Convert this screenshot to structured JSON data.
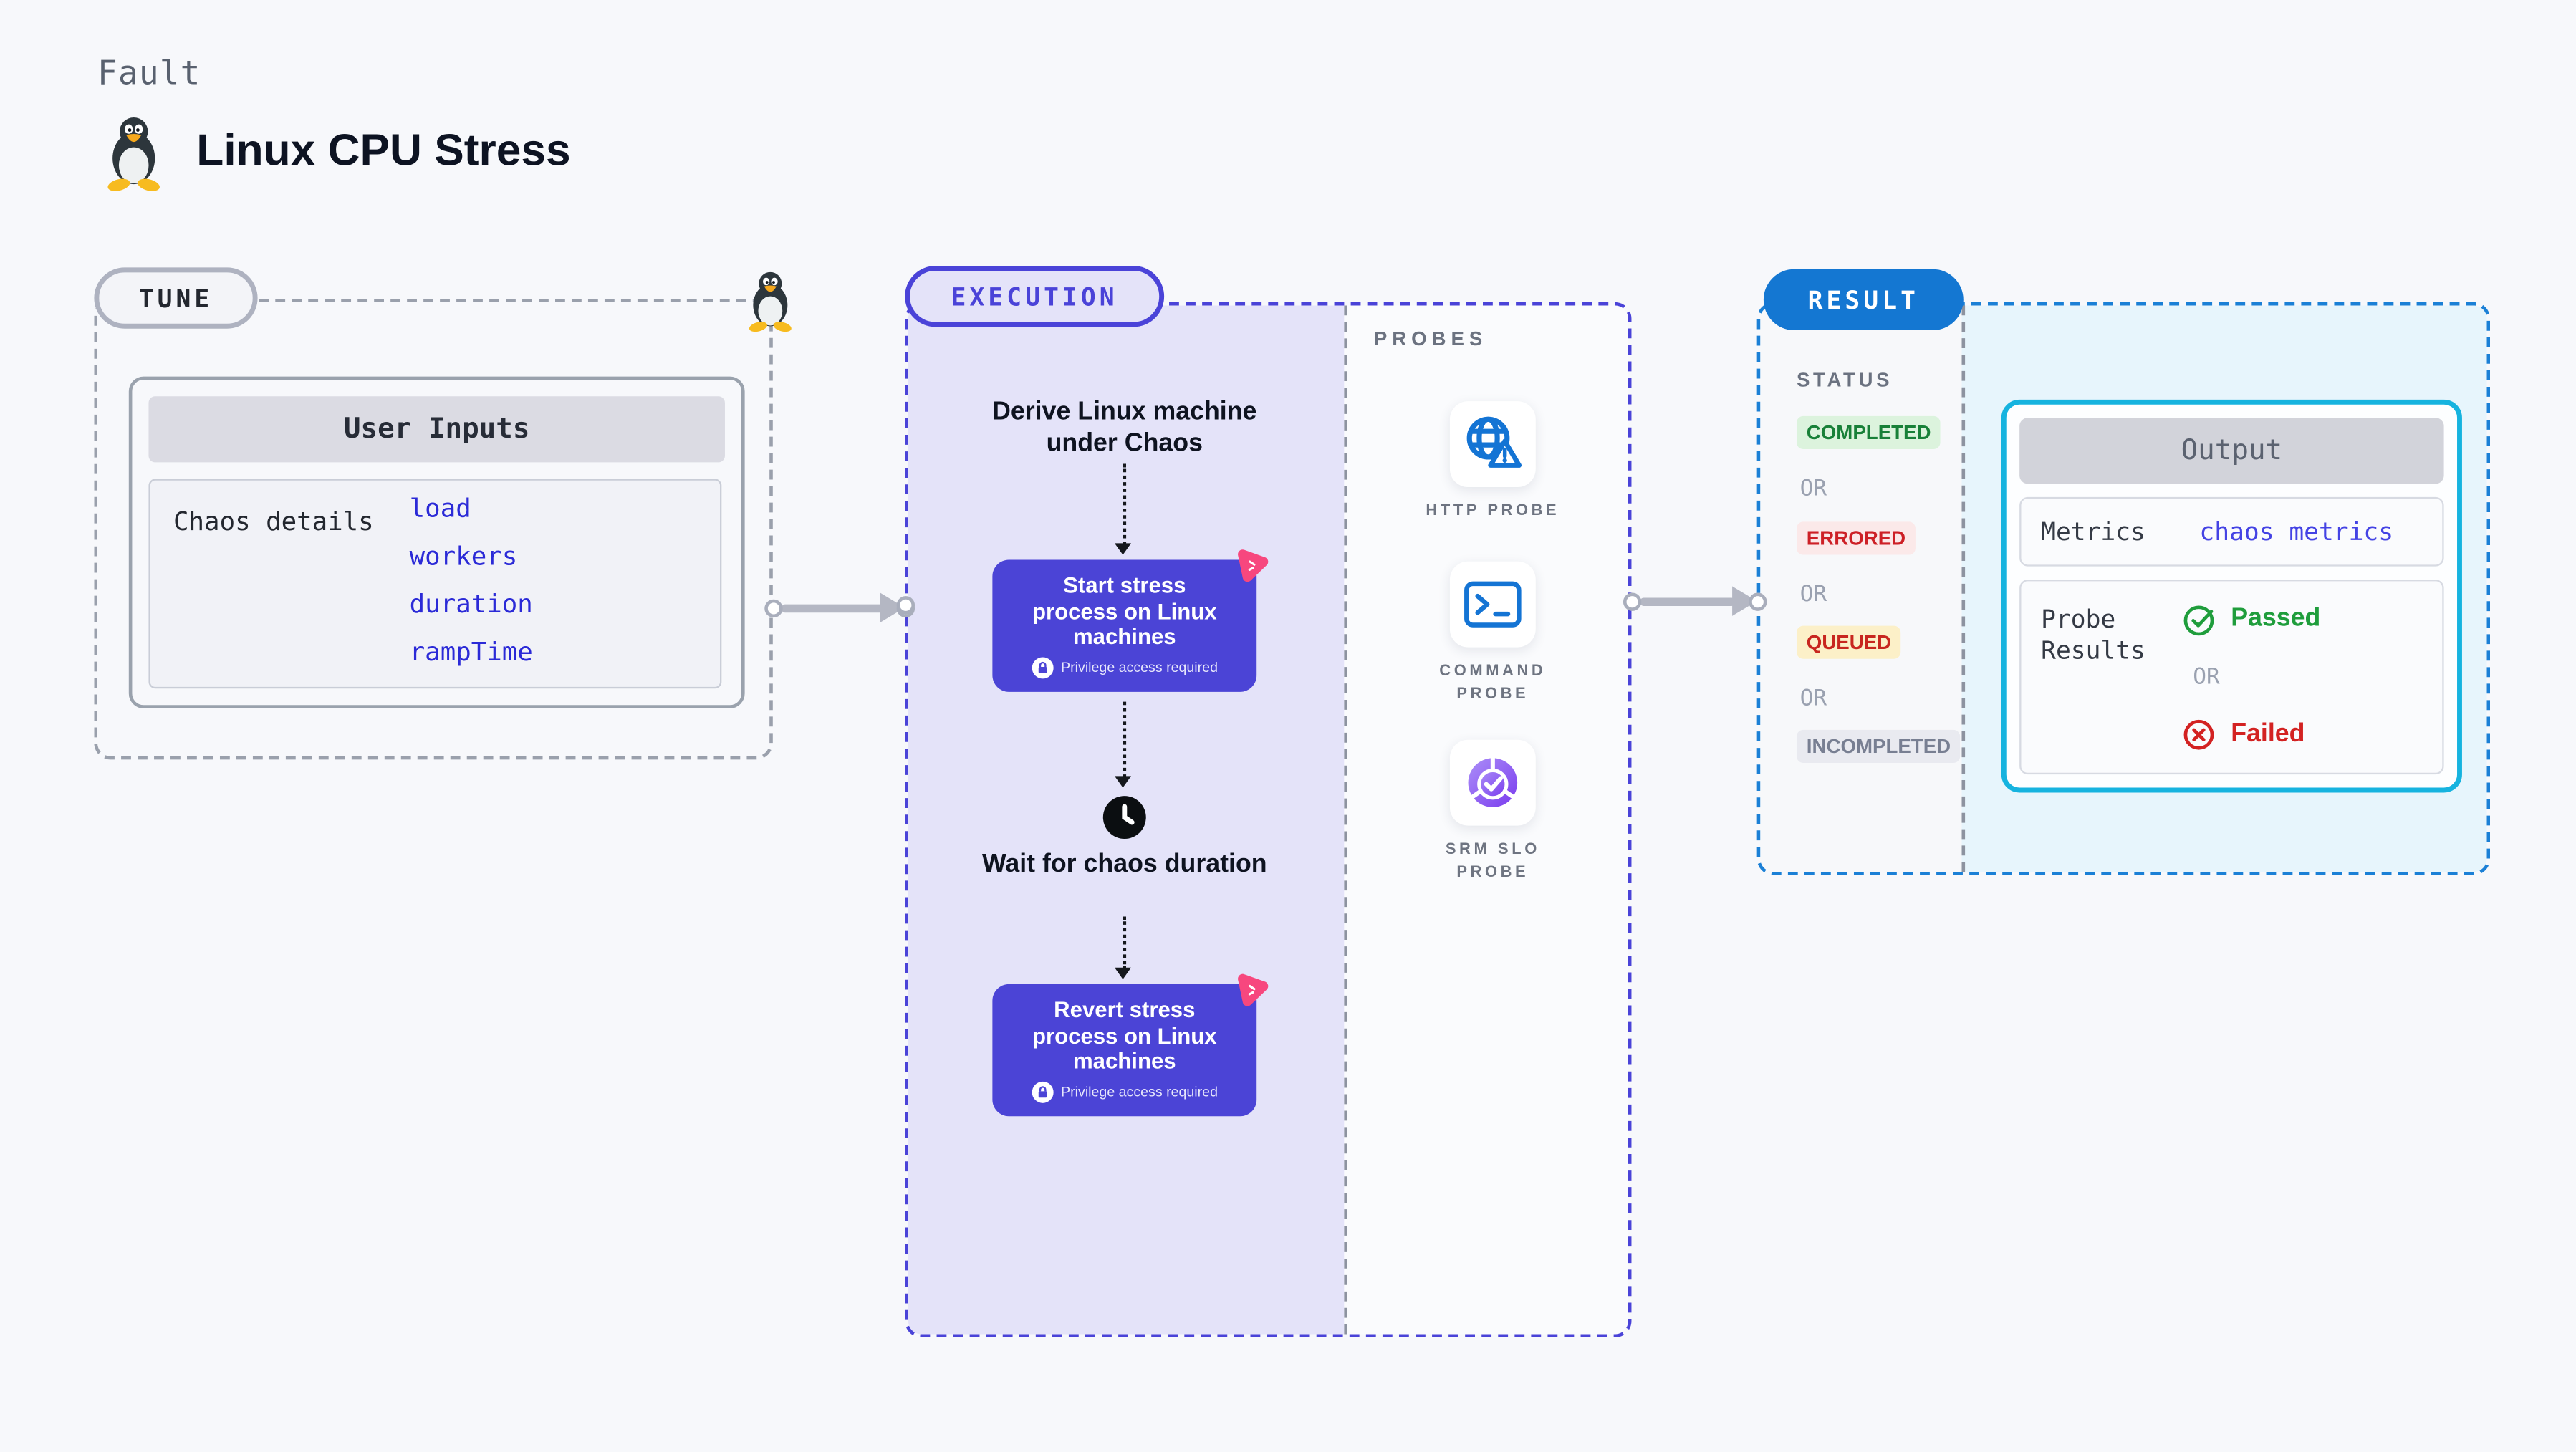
{
  "header": {
    "kicker": "Fault",
    "title": "Linux CPU Stress"
  },
  "tune": {
    "badge": "TUNE",
    "card_header": "User Inputs",
    "row_label": "Chaos details",
    "inputs": [
      "load",
      "workers",
      "duration",
      "rampTime"
    ]
  },
  "execution": {
    "badge": "EXECUTION",
    "derive_label": "Derive Linux machine under Chaos",
    "start_label": "Start stress process on Linux machines",
    "wait_label": "Wait for chaos duration",
    "revert_label": "Revert stress process on Linux machines",
    "privilege_label": "Privilege access required"
  },
  "probes": {
    "label": "PROBES",
    "items": [
      {
        "name": "HTTP PROBE",
        "icon": "globe-alert-icon"
      },
      {
        "name": "COMMAND PROBE",
        "icon": "terminal-icon"
      },
      {
        "name": "SRM SLO PROBE",
        "icon": "slo-donut-icon"
      }
    ]
  },
  "result": {
    "badge": "RESULT",
    "status_label": "STATUS",
    "or_label": "OR",
    "statuses": [
      {
        "label": "COMPLETED",
        "fg": "#188038",
        "bg": "#dcf3dd"
      },
      {
        "label": "ERRORED",
        "fg": "#cd2026",
        "bg": "#fbe9e9"
      },
      {
        "label": "QUEUED",
        "fg": "#c8261f",
        "bg": "#fcf0c8"
      },
      {
        "label": "INCOMPLETED",
        "fg": "#787f92",
        "bg": "#e9eaf0"
      }
    ],
    "output": {
      "header": "Output",
      "metrics_label": "Metrics",
      "metrics_value": "chaos metrics",
      "probe_results_label": "Probe Results",
      "passed_label": "Passed",
      "failed_label": "Failed"
    }
  },
  "colors": {
    "page_bg": "#f7f8fb",
    "accent_indigo": "#4a43d8",
    "lavender_bg": "#e4e3f9",
    "result_blue": "#1477d2",
    "result_border": "#1b80d6",
    "output_border": "#16b3df",
    "passed_green": "#1f9d3c",
    "failed_red": "#d32222",
    "link_blue": "#2b2ad7",
    "arrow_gray": "#b4b7c3",
    "probe_icon_blue": "#1474d4",
    "litmus_pink": "#f7477e"
  }
}
